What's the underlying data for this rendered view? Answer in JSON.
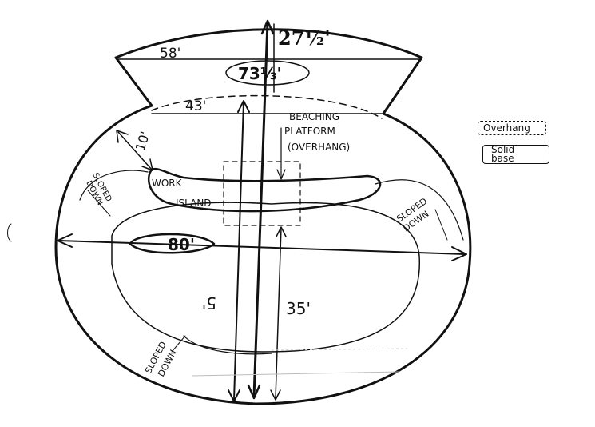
{
  "dimensions": {
    "top_width": "58'",
    "width_43": "43'",
    "depth_27": "27½'",
    "area_73": "73⅓'",
    "offset_10": "10'",
    "width_80": "80'",
    "depth_5": "5'",
    "depth_35": "35'"
  },
  "labels": {
    "beaching_platform": [
      "BEACHING",
      "PLATFORM",
      "(OVERHANG)"
    ],
    "work_island": [
      "WORK",
      "ISLAND"
    ],
    "sloped_down": [
      "SLOPED",
      "DOWN"
    ]
  },
  "legend": {
    "overhang": "Overhang",
    "solid_base": "Solid\nbase"
  }
}
